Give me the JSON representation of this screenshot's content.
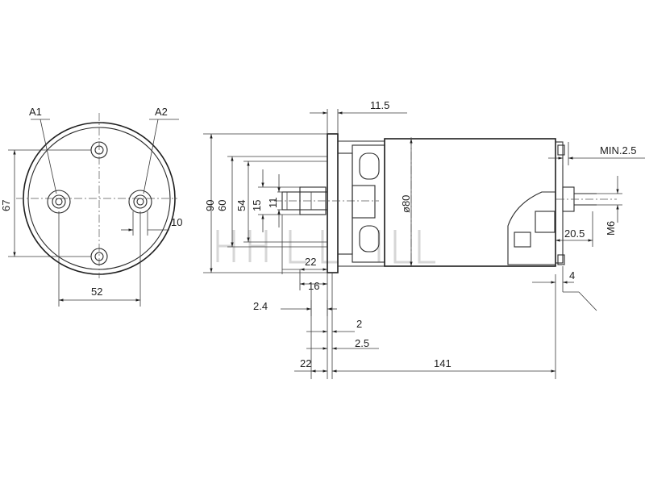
{
  "front_view": {
    "labels": {
      "hole_1": "A1",
      "hole_2": "A2"
    },
    "dims": {
      "height": "67",
      "offset": "10",
      "width": "52"
    }
  },
  "side_view": {
    "dims": {
      "top_flange": "11.5",
      "min_clearance": "MIN.2.5",
      "h90": "90",
      "h60": "60",
      "h54": "54",
      "h15": "15",
      "h11": "11",
      "diameter": "ø80",
      "d22_top": "22",
      "d16": "16",
      "d2_4": "2.4",
      "d2": "2",
      "d2_5": "2.5",
      "d22_bottom": "22",
      "d141": "141",
      "d20_5": "20.5",
      "d4": "4",
      "thread": "M6"
    }
  }
}
